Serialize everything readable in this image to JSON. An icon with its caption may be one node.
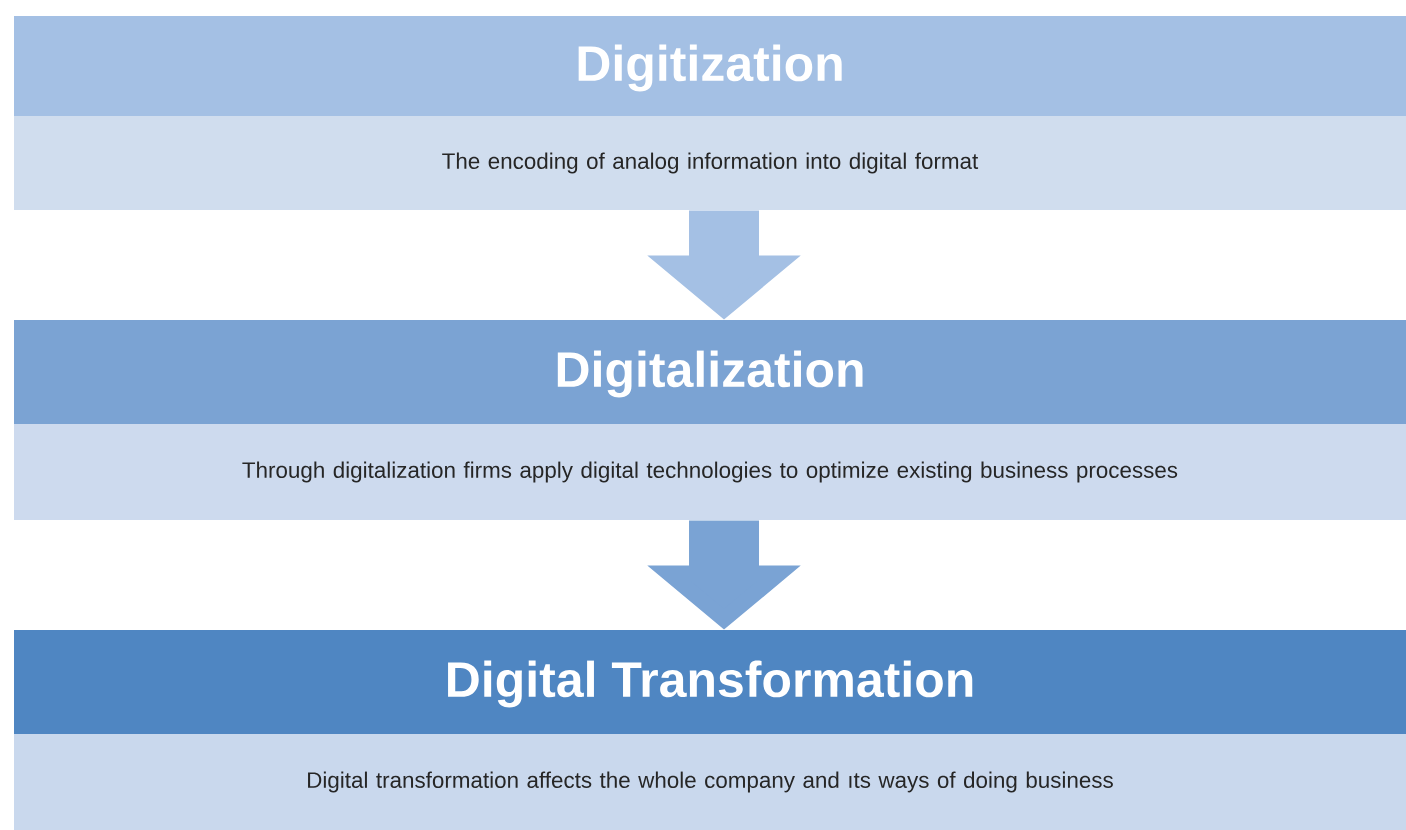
{
  "diagram": {
    "nodes": [
      {
        "text": [
          "Digitization",
          "The encoding of analog information into digital format"
        ]
      },
      {
        "text": [
          "Digitalization",
          "Through digitalization firms apply digital technologies to optimize existing business processes"
        ]
      },
      {
        "text": [
          "Digital Transformation",
          "Digital transformation affects the whole company and ıts ways of doing business"
        ]
      }
    ],
    "edges": [
      {
        "from": 0,
        "to": 1,
        "arrow": "to",
        "color": "#a4c0e4"
      },
      {
        "from": 1,
        "to": 2,
        "arrow": "to",
        "color": "#7aa3d4"
      }
    ]
  }
}
